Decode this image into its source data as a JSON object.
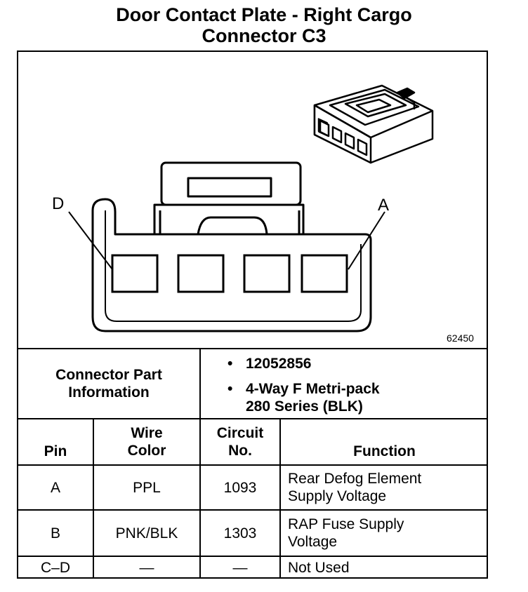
{
  "title": {
    "line1": "Door Contact Plate - Right Cargo",
    "line2": "Connector C3"
  },
  "diagram": {
    "label_left": "D",
    "label_right": "A",
    "figure_number": "62450",
    "pin_cavities": 4
  },
  "connector_info": {
    "label_line1": "Connector Part",
    "label_line2": "Information",
    "bullet1": "12052856",
    "bullet2_line1": "4-Way F Metri-pack",
    "bullet2_line2": "280 Series (BLK)"
  },
  "table": {
    "headers": {
      "pin": "Pin",
      "wire_line1": "Wire",
      "wire_line2": "Color",
      "circuit_line1": "Circuit",
      "circuit_line2": "No.",
      "function": "Function"
    },
    "rows": [
      {
        "pin": "A",
        "wire": "PPL",
        "circuit": "1093",
        "function_line1": "Rear Defog Element",
        "function_line2": "Supply Voltage"
      },
      {
        "pin": "B",
        "wire": "PNK/BLK",
        "circuit": "1303",
        "function_line1": "RAP Fuse Supply",
        "function_line2": "Voltage"
      },
      {
        "pin": "C–D",
        "wire": "—",
        "circuit": "—",
        "function_line1": "Not Used",
        "function_line2": ""
      }
    ]
  }
}
